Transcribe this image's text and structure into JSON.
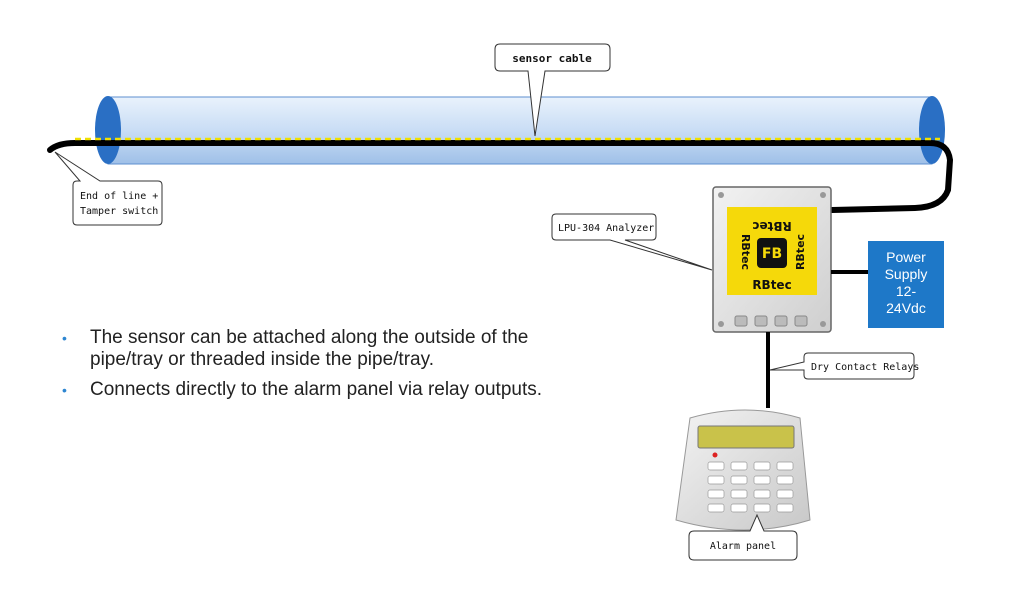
{
  "callouts": {
    "sensor_cable": "sensor cable",
    "end_of_line_1": "End of line +",
    "end_of_line_2": "Tamper switch",
    "analyzer": "LPU-304 Analyzer",
    "relays": "Dry Contact Relays",
    "alarm_panel": "Alarm panel"
  },
  "power_supply": {
    "line1": "Power",
    "line2": "Supply",
    "line3": "12-",
    "line4": "24Vdc"
  },
  "analyzer_brand": "RBtec",
  "bullets": [
    {
      "line1": "The sensor can be attached along the outside of the",
      "line2": "pipe/tray or threaded inside the pipe/tray."
    },
    {
      "line1": "Connects directly to the alarm panel via relay outputs."
    }
  ],
  "colors": {
    "pipe_fill": "#cfe1f7",
    "pipe_end": "#2a6fc4",
    "sensor_dash": "#f0e000",
    "power_box": "#1e78c8",
    "bullet": "#2e86d1",
    "analyzer_label": "#f5d90a"
  }
}
